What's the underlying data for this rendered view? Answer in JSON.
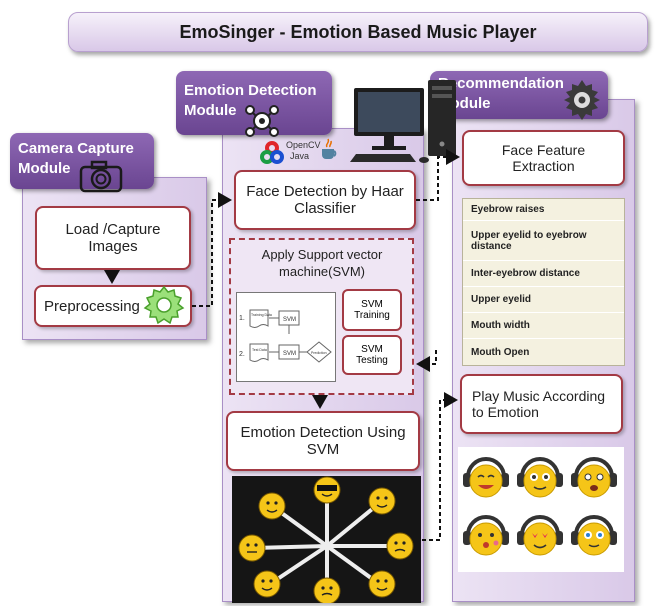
{
  "title": "EmoSinger - Emotion Based Music Player",
  "modules": {
    "camera": {
      "label_line1": "Camera Capture",
      "label_line2": "Module"
    },
    "emotion": {
      "label_line1": "Emotion Detection",
      "label_line2": "Module"
    },
    "recommendation": {
      "label_line1": "Recommendation",
      "label_line2": "Module"
    }
  },
  "camera_steps": {
    "load_line1": "Load /Capture",
    "load_line2": "Images",
    "preprocessing": "Preprocessing"
  },
  "emotion_steps": {
    "face_detection_line1": "Face Detection by Haar",
    "face_detection_line2": "Classifier",
    "svm_title_line1": "Apply Support vector",
    "svm_title_line2": "machine(SVM)",
    "svm_training_line1": "SVM",
    "svm_training_line2": "Training",
    "svm_testing_line1": "SVM",
    "svm_testing_line2": "Testing",
    "flow": {
      "row1_num": "1.",
      "row1_doc": "Training Data",
      "row1_svm": "SVM",
      "row2_num": "2.",
      "row2_doc": "Test Data",
      "row2_svm": "SVM",
      "row2_pred": "Prediction"
    },
    "emotion_using_line1": "Emotion Detection Using",
    "emotion_using_line2": "SVM"
  },
  "logos": {
    "opencv": "OpenCV",
    "java": "Java"
  },
  "recommendation_steps": {
    "feature_extraction_line1": "Face Feature",
    "feature_extraction_line2": "Extraction",
    "features": [
      "Eyebrow raises",
      "Upper eyelid to eyebrow distance",
      "Inter-eyebrow distance",
      "Upper eyelid",
      "Mouth width",
      "Mouth Open"
    ],
    "play_music_line1": "Play Music According",
    "play_music_line2": "to Emotion"
  },
  "colors": {
    "panel": "#ddd0ea",
    "module_label": "#7a55a0",
    "box_border": "#a33a44",
    "feature_list": "#f4f1e0",
    "emoji": "#f5c518"
  },
  "icons": [
    "camera-icon",
    "gear-icon",
    "face-scan-icon",
    "computer-icon",
    "network-gear-icon",
    "headphone-emoji-icon",
    "emoji-wheel-image"
  ]
}
